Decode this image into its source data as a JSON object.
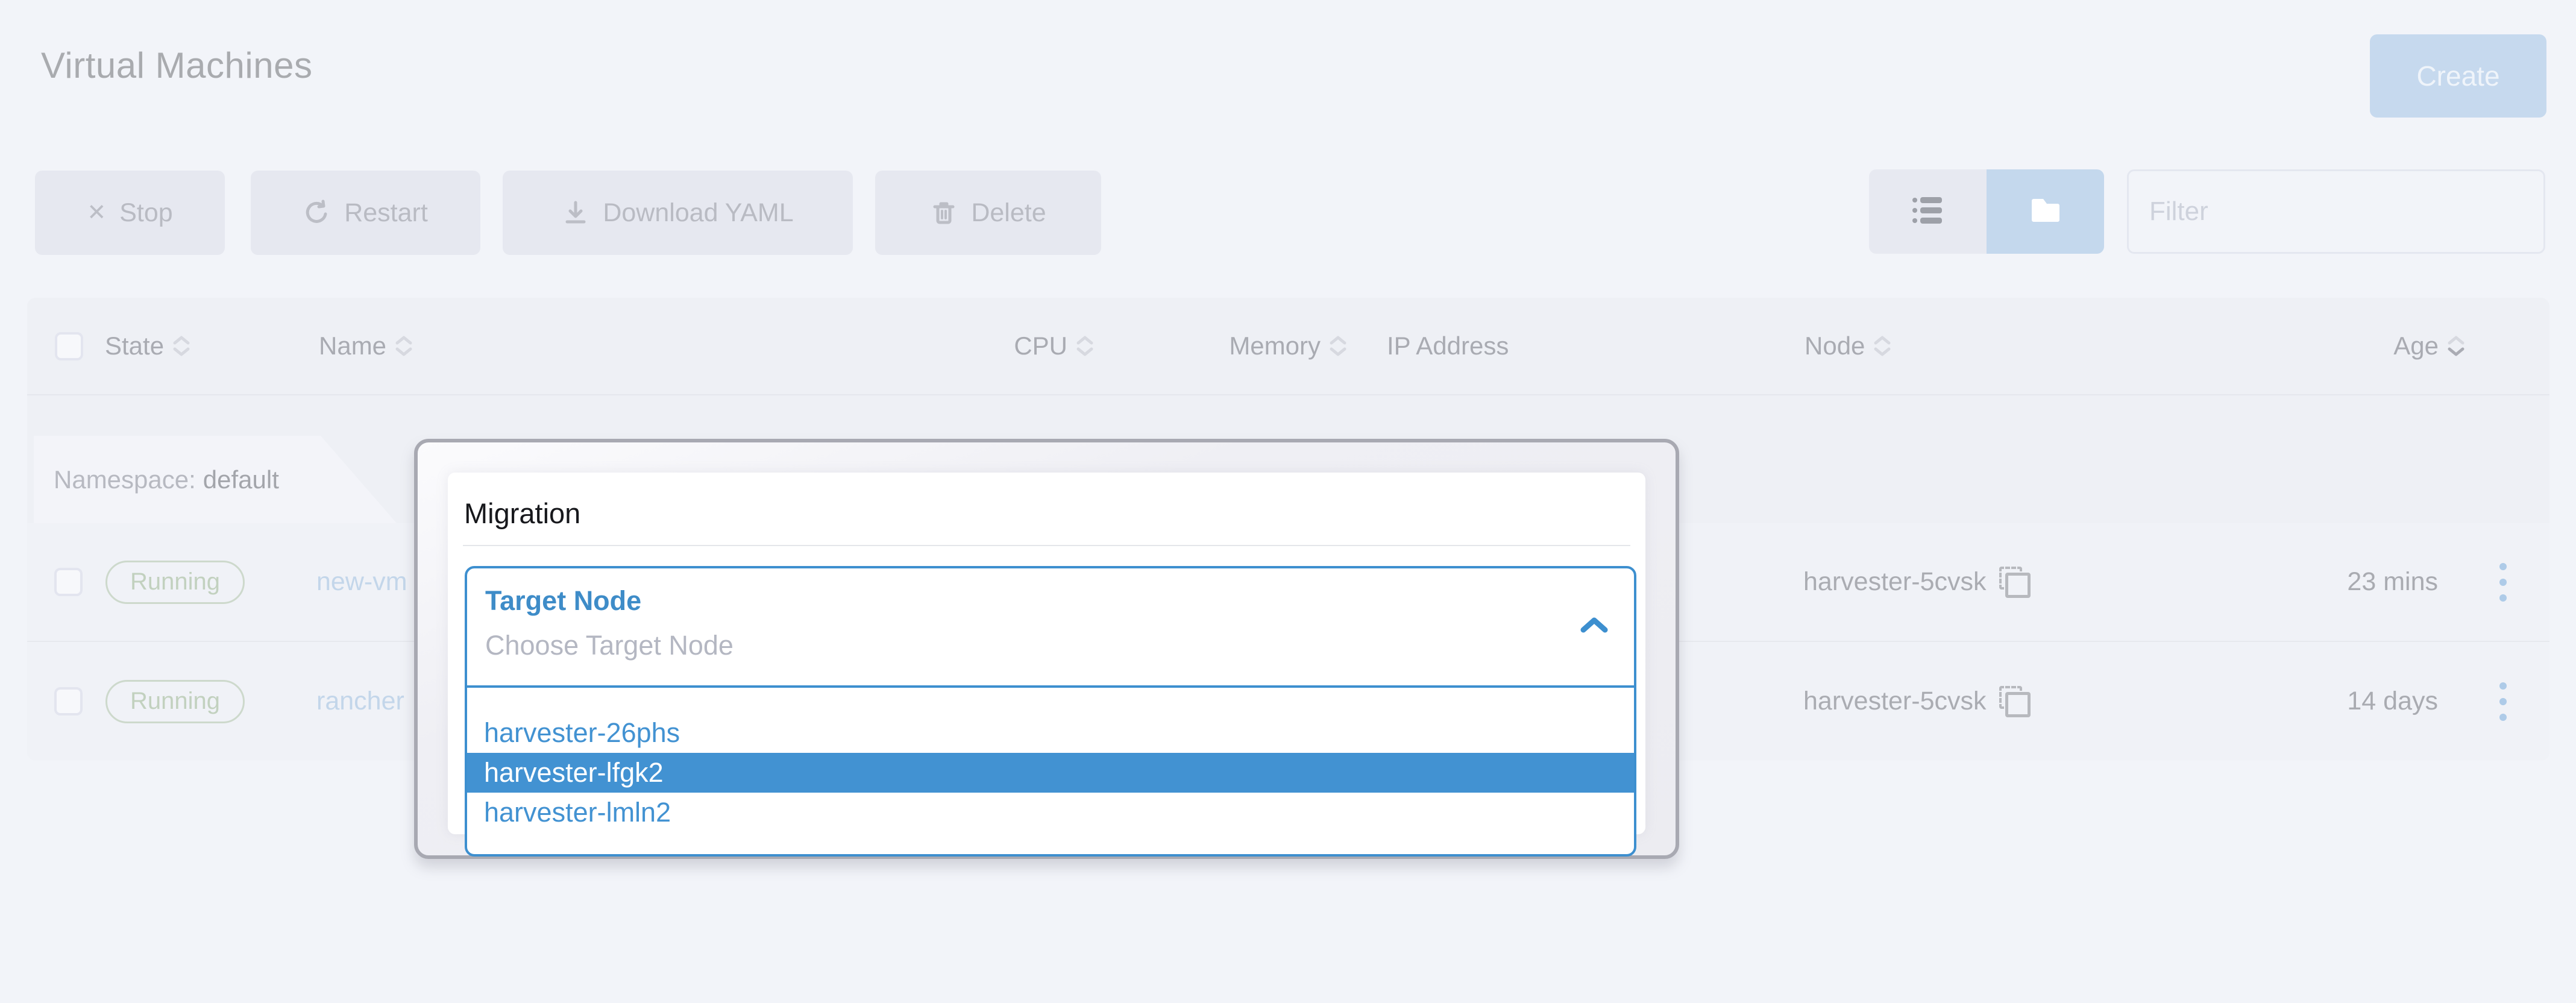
{
  "page": {
    "title": "Virtual Machines"
  },
  "header": {
    "create_label": "Create"
  },
  "toolbar": {
    "buttons": [
      {
        "label": "Stop",
        "icon": "x-icon"
      },
      {
        "label": "Restart",
        "icon": "refresh-icon"
      },
      {
        "label": "Download YAML",
        "icon": "download-icon"
      },
      {
        "label": "Delete",
        "icon": "trash-icon"
      }
    ],
    "filter_placeholder": "Filter",
    "view_modes": [
      {
        "name": "list-view",
        "icon": "list-icon",
        "active": false
      },
      {
        "name": "flat-view",
        "icon": "folder-icon",
        "active": true
      }
    ]
  },
  "table": {
    "columns": [
      {
        "label": "State",
        "sortable": true,
        "sorted": "none"
      },
      {
        "label": "Name",
        "sortable": true,
        "sorted": "none"
      },
      {
        "label": "CPU",
        "sortable": true,
        "sorted": "none"
      },
      {
        "label": "Memory",
        "sortable": true,
        "sorted": "none"
      },
      {
        "label": "IP Address",
        "sortable": false,
        "sorted": "none"
      },
      {
        "label": "Node",
        "sortable": true,
        "sorted": "none"
      },
      {
        "label": "Age",
        "sortable": true,
        "sorted": "desc"
      }
    ],
    "group": {
      "prefix": "Namespace:",
      "value": "default"
    },
    "rows": [
      {
        "state": "Running",
        "name": "new-vm",
        "node": "harvester-5cvsk",
        "age": "23 mins"
      },
      {
        "state": "Running",
        "name": "rancher",
        "node": "harvester-5cvsk",
        "age": "14 days"
      }
    ]
  },
  "modal": {
    "title": "Migration",
    "select": {
      "label": "Target Node",
      "placeholder": "Choose Target Node",
      "state": "open"
    },
    "options": [
      {
        "label": "harvester-26phs",
        "selected": false
      },
      {
        "label": "harvester-lfgk2",
        "selected": true
      },
      {
        "label": "harvester-lmln2",
        "selected": false
      }
    ]
  },
  "colors": {
    "accent_blue": "#4292d2",
    "select_border_blue": "#3d8fcf",
    "washed_create_blue": "#c6d9ee",
    "washed_active_toggle": "#c4d8ed",
    "washed_green_badge": "#cdd9cc",
    "page_background": "#f2f4f9",
    "table_background": "#eef0f5",
    "modal_border": "#a8a9b2"
  }
}
